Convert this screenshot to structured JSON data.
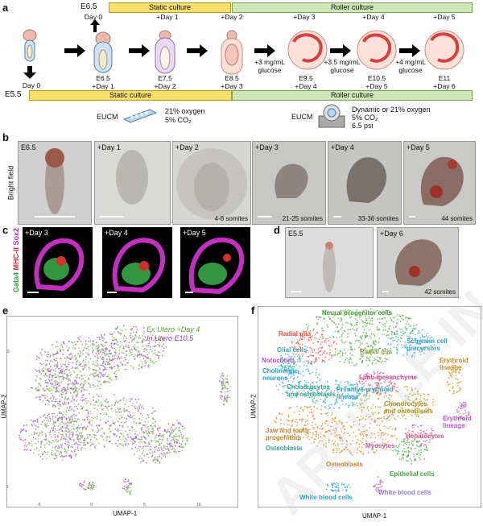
{
  "panel_labels": {
    "a": "a",
    "b": "b",
    "c": "c",
    "d": "d",
    "e": "e",
    "f": "f"
  },
  "panel_a": {
    "top_start": "E6.5",
    "bottom_start": "E5.5",
    "top_bar_static": "Static culture",
    "top_bar_roller": "Roller culture",
    "bottom_bar_static": "Static culture",
    "bottom_bar_roller": "Roller culture",
    "top_labels": [
      "Day 0",
      "+Day 1",
      "+Day 2",
      "+Day 3",
      "+Day 4",
      "+Day 5"
    ],
    "stage_labels": [
      "E6.5",
      "E7.5",
      "E8.5",
      "E9.5",
      "E10.5",
      "E11"
    ],
    "bottom_labels": [
      "+Day 1",
      "+Day 2",
      "+Day 3",
      "+Day 4",
      "+Day 5",
      "+Day 6"
    ],
    "left_day0": "Day 0",
    "glucose": [
      "+3 mg/mL glucose",
      "+3.5 mg/mL glucose",
      "+4 mg/mL glucose"
    ],
    "eucm1": "EUCM",
    "cond1": [
      "21% oxygen",
      "5% CO₂"
    ],
    "eucm2": "EUCM",
    "cond2": [
      "Dynamic or 21% oxygen",
      "5% CO₂",
      "6.5 psi"
    ]
  },
  "panel_b": {
    "side_label": "Bright field",
    "panels": [
      {
        "label": "E6.5",
        "somites": ""
      },
      {
        "label": "+Day 1",
        "somites": ""
      },
      {
        "label": "+Day 2",
        "somites": "4-8 somites"
      },
      {
        "label": "+Day 3",
        "somites": "21-25 somites"
      },
      {
        "label": "+Day 4",
        "somites": "33-36 somites"
      },
      {
        "label": "+Day 5",
        "somites": "44 somites"
      }
    ]
  },
  "panel_c": {
    "side_gata4": "Gata4",
    "side_mhc": "MHC-II",
    "side_sox2": "Sox2",
    "panels": [
      "+Day 3",
      "+Day 4",
      "+Day 5"
    ]
  },
  "panel_d": {
    "panels": [
      {
        "label": "E5.5",
        "somites": ""
      },
      {
        "label": "+Day 6",
        "somites": "42 somites"
      }
    ]
  },
  "panel_e": {
    "legend_exutero": "Ex Utero +Day 4",
    "legend_inutero": "In Utero E10.5",
    "xlabel": "UMAP-1",
    "ylabel": "UMAP-2"
  },
  "panel_f": {
    "xlabel": "UMAP-1",
    "ylabel": "UMAP-2",
    "clusters": {
      "npc": "Neural progenitor cells",
      "radial1": "Radial glia",
      "schwann": "Schwann cell precursors",
      "glial": "Glial cells",
      "radial2": "Radial glia",
      "notochord": "Notochord",
      "erythroid1": "Erythroid lineage",
      "cholinergic": "Cholinergic neurons",
      "limb": "Limb mesenchyme",
      "chondro1": "Chondrocytes and osteoblasts",
      "primitive": "Primitive erythroid lineage",
      "chondro2": "Chondrocytes and osteoblasts",
      "erythroid2": "Erythroid lineage",
      "jaw": "Jaw and tooth progenitors",
      "osteo1": "Osteoblasts",
      "hepato": "Hepatocytes",
      "myocytes": "Myocytes",
      "osteo2": "Osteoblasts",
      "epithelial": "Epithelial cells",
      "wbc1": "White blood cells",
      "wbc2": "White blood cells"
    }
  },
  "colors": {
    "exutero": "#7cc14b",
    "inutero": "#9b4fc4",
    "npc": "#4caf3a",
    "radial": "#e8574b",
    "schwann": "#3aa7d8",
    "notochord": "#c04fd6",
    "erythroid": "#d99a2b",
    "limb": "#d6468a",
    "chondro": "#b59a1f",
    "teal": "#35b59c",
    "osteo": "#d58b22",
    "epithelial": "#3caa3a",
    "wbc": "#42a3dc",
    "myocytes": "#c55aa6",
    "hepato": "#d8577a"
  }
}
